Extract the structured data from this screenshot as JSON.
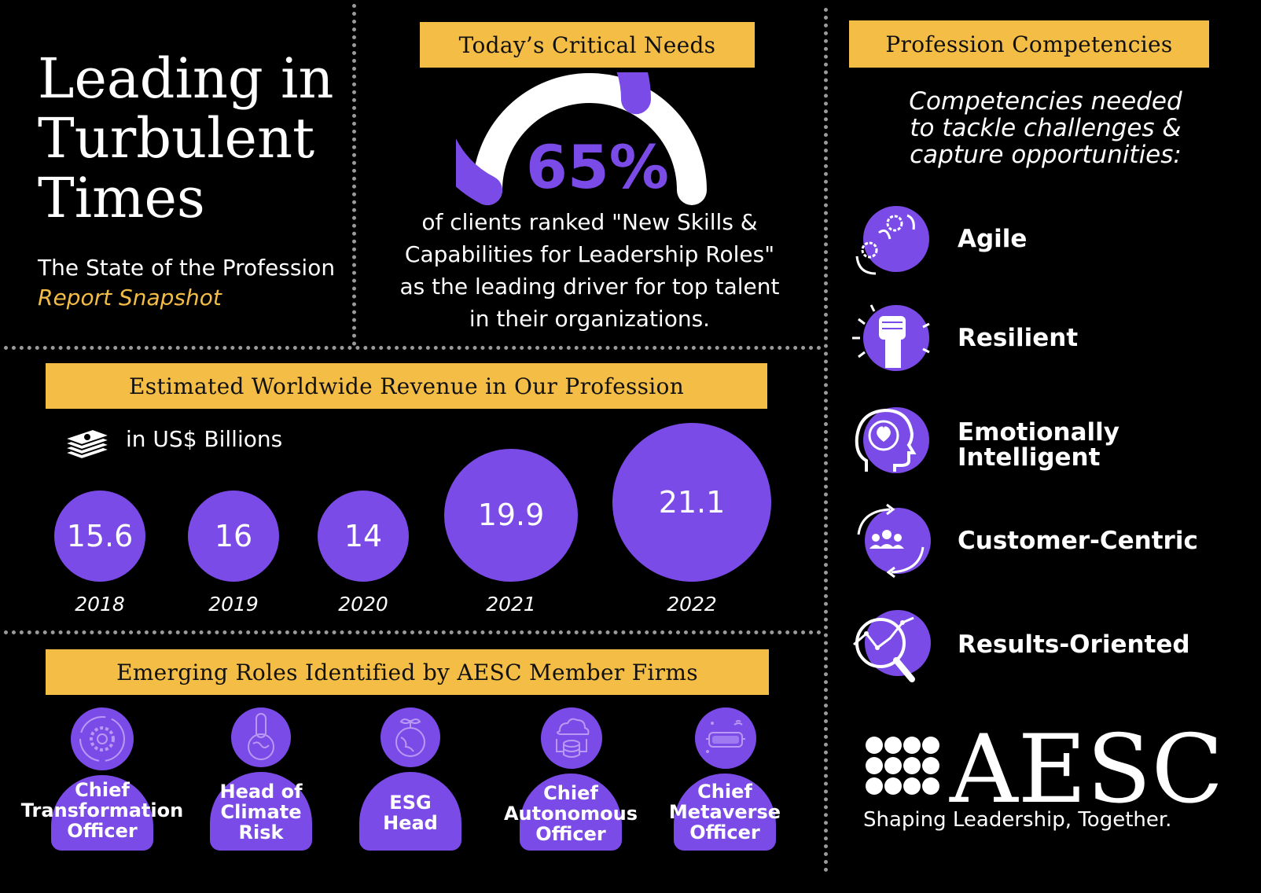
{
  "title": {
    "main": [
      "Leading in",
      "Turbulent",
      "Times"
    ],
    "subtitle": "The State of the Profession",
    "subtitle_highlight": "Report Snapshot"
  },
  "critical_needs": {
    "heading": "Today’s Critical Needs",
    "percent_label": "65%",
    "percent_value": 65,
    "description_lines": [
      "of clients ranked \"New Skills &",
      "Capabilities for Leadership Roles\"",
      "as the leading driver for top talent",
      "in their organizations."
    ]
  },
  "revenue": {
    "heading": "Estimated Worldwide Revenue in Our Profession",
    "unit": "in US$ Billions",
    "icon": "money-stack-icon"
  },
  "chart_data": {
    "type": "bubble",
    "categories": [
      "2018",
      "2019",
      "2020",
      "2021",
      "2022"
    ],
    "values": [
      15.6,
      16,
      14,
      19.9,
      21.1
    ],
    "value_labels": [
      "15.6",
      "16",
      "14",
      "19.9",
      "21.1"
    ],
    "unit": "in US$ Billions",
    "color": "#7b4be8"
  },
  "competencies": {
    "heading": "Profession Competencies",
    "subtitle_lines": [
      "Competencies needed",
      "to tackle challenges &",
      "capture opportunities:"
    ],
    "items": [
      {
        "label": "Agile",
        "icon": "agile-gears-icon"
      },
      {
        "label": "Resilient",
        "icon": "raised-fist-icon"
      },
      {
        "label": "Emotionally Intelligent",
        "icon": "head-heart-icon"
      },
      {
        "label": "Customer-Centric",
        "icon": "customer-cycle-icon"
      },
      {
        "label": "Results-Oriented",
        "icon": "magnifier-chart-icon"
      }
    ]
  },
  "roles": {
    "heading": "Emerging Roles Identified by AESC Member Firms",
    "items": [
      {
        "lines": [
          "Chief",
          "Transformation",
          "Officer"
        ],
        "icon": "transformation-gear-icon"
      },
      {
        "lines": [
          "Head of",
          "Climate",
          "Risk"
        ],
        "icon": "thermometer-globe-icon"
      },
      {
        "lines": [
          "ESG",
          "Head"
        ],
        "icon": "globe-sprout-icon"
      },
      {
        "lines": [
          "Chief",
          "Autonomous",
          "Officer"
        ],
        "icon": "cloud-database-icon"
      },
      {
        "lines": [
          "Chief",
          "Metaverse",
          "Officer"
        ],
        "icon": "vr-headset-icon"
      }
    ]
  },
  "logo": {
    "name": "AESC",
    "tagline": "Shaping Leadership, Together."
  },
  "colors": {
    "background": "#000000",
    "accent_purple": "#7b4be8",
    "banner_yellow": "#f4bd45",
    "text": "#ffffff"
  }
}
